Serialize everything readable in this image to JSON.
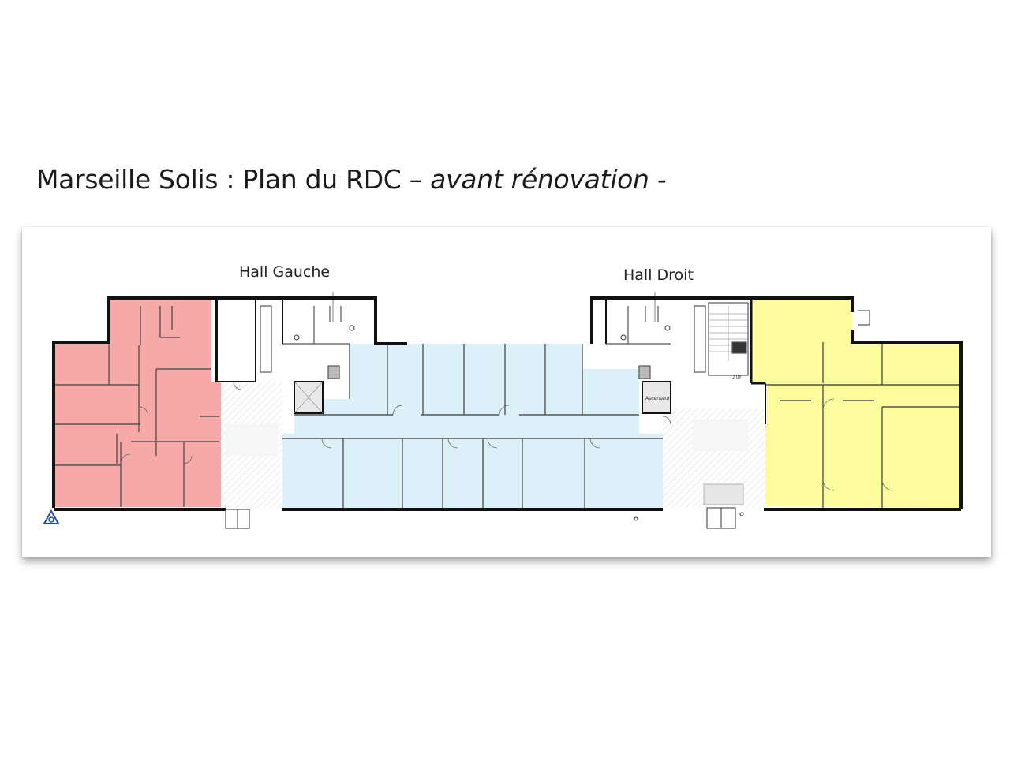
{
  "title": {
    "main": "Marseille Solis : Plan du RDC –",
    "italic": "avant rénovation",
    "suffix": "-"
  },
  "labels": {
    "hall_left": "Hall Gauche",
    "hall_right": "Hall Droit",
    "elevator_right": "Ascenseur",
    "stair_note": "2 UP"
  },
  "zones": [
    {
      "id": "west-wing",
      "color": "#f7a9a8"
    },
    {
      "id": "central-offices",
      "color": "#dcf0fa"
    },
    {
      "id": "east-wing",
      "color": "#fcfc9c"
    }
  ],
  "colors": {
    "wall": "#111111",
    "circulation": "#f4f4f4",
    "hatch": "#cfcfcf"
  }
}
